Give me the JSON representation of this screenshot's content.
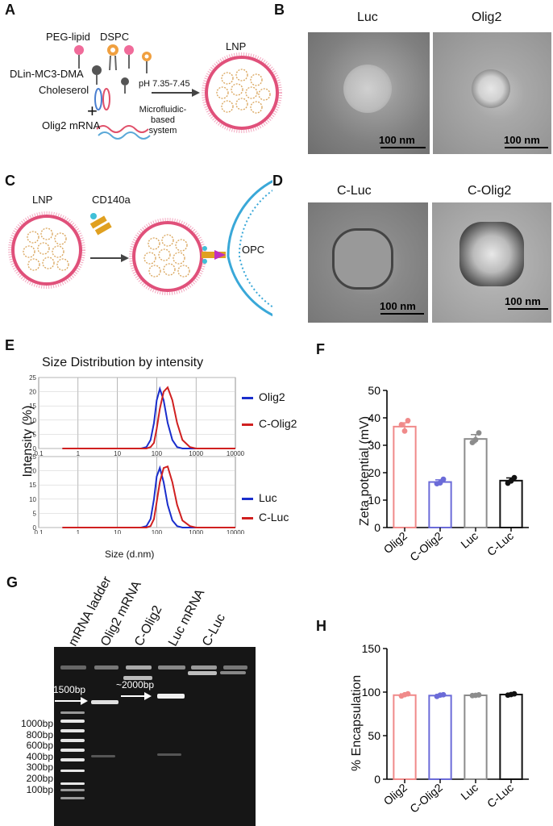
{
  "panelA": {
    "label": "A",
    "peg_lipid": "PEG-lipid",
    "dspc": "DSPC",
    "dlin": "DLin-MC3-DMA",
    "cholesterol": "Choleserol",
    "plus": "+",
    "mrna": "Olig2 mRNA",
    "ph": "pH 7.35-7.45",
    "system_line1": "Microfluidic-based",
    "system_line2": "system",
    "lnp": "LNP"
  },
  "panelB": {
    "label": "B",
    "img1_title": "Luc",
    "img2_title": "Olig2",
    "scale": "100 nm"
  },
  "panelC": {
    "label": "C",
    "lnp": "LNP",
    "antibody": "CD140a",
    "opc": "OPC"
  },
  "panelD": {
    "label": "D",
    "img1_title": "C-Luc",
    "img2_title": "C-Olig2",
    "scale": "100 nm"
  },
  "panelE": {
    "label": "E",
    "title": "Size Distribution by intensity",
    "ylabel": "Intensity (%)",
    "xlabel": "Size (d.nm)",
    "colors": {
      "blue": "#1a2ecc",
      "red": "#d02020"
    }
  },
  "panelF": {
    "label": "F",
    "ylabel": "Zeta potential (mV)"
  },
  "panelG": {
    "label": "G",
    "lanes": [
      "mRNA ladder",
      "Olig2 mRNA",
      "C-Olig2",
      "Luc mRNA",
      "C-Luc"
    ],
    "marker_1500": "1500bp",
    "marker_2000": "~2000bp",
    "ladder": [
      "1000bp",
      "800bp",
      "600bp",
      "400bp",
      "300bp",
      "200bp",
      "100bp"
    ]
  },
  "panelH": {
    "label": "H",
    "ylabel": "% Encapsulation"
  },
  "chart_data": [
    {
      "type": "line",
      "xlabel": "Size (d.nm)",
      "ylabel": "Intensity (%)",
      "title": "Size Distribution by intensity",
      "x_scale": "log",
      "xlim": [
        0.1,
        10000
      ],
      "ylim": [
        0,
        25
      ],
      "x_ticks": [
        "0.1",
        "1",
        "10",
        "100",
        "1000",
        "10000"
      ],
      "y_ticks": [
        "0",
        "5",
        "10",
        "15",
        "20",
        "25"
      ],
      "x": [
        0.4,
        40,
        55,
        70,
        85,
        100,
        120,
        150,
        190,
        250,
        330,
        450,
        700,
        1000,
        10000
      ],
      "series": [
        {
          "name": "Olig2",
          "color": "#1a2ecc",
          "values": [
            0,
            0,
            0.5,
            3,
            9,
            17,
            21,
            17,
            9,
            3,
            0.5,
            0,
            0,
            0,
            0
          ]
        },
        {
          "name": "C-Olig2",
          "color": "#d02020",
          "values": [
            0,
            0,
            0,
            0.5,
            2,
            7,
            14,
            20,
            21.5,
            17,
            9,
            3,
            0.5,
            0,
            0
          ]
        }
      ],
      "grid": true,
      "legend": "right"
    },
    {
      "type": "line",
      "xlabel": "Size (d.nm)",
      "ylabel": "Intensity (%)",
      "x_scale": "log",
      "xlim": [
        0.1,
        10000
      ],
      "ylim": [
        0,
        25
      ],
      "x_ticks": [
        "0.1",
        "1",
        "10",
        "100",
        "1000",
        "10000"
      ],
      "y_ticks": [
        "0",
        "5",
        "10",
        "15",
        "20",
        "25"
      ],
      "x": [
        0.4,
        40,
        55,
        70,
        85,
        100,
        120,
        150,
        190,
        250,
        330,
        450,
        700,
        1000,
        10000
      ],
      "series": [
        {
          "name": "Luc",
          "color": "#1a2ecc",
          "values": [
            0,
            0,
            0.5,
            3,
            10,
            18,
            21,
            16,
            8,
            2.5,
            0.5,
            0,
            0,
            0,
            0
          ]
        },
        {
          "name": "C-Luc",
          "color": "#d02020",
          "values": [
            0,
            0,
            0,
            0.5,
            3,
            9,
            16,
            21,
            21.5,
            16,
            8,
            2.5,
            0.5,
            0,
            0
          ]
        }
      ],
      "grid": true,
      "legend": "right"
    },
    {
      "type": "bar",
      "ylabel": "Zeta potential (mV)",
      "categories": [
        "Olig2",
        "C-Olig2",
        "Luc",
        "C-Luc"
      ],
      "values": [
        36.8,
        16.6,
        32.3,
        17.1
      ],
      "errors": [
        1.4,
        0.8,
        1.6,
        1.0
      ],
      "points": [
        [
          37.5,
          35.2,
          39.0
        ],
        [
          16.0,
          16.3,
          17.6
        ],
        [
          31.0,
          32.0,
          34.5
        ],
        [
          16.2,
          17.0,
          18.2
        ]
      ],
      "colors": [
        "#f08a8a",
        "#6b6bd8",
        "#8c8c8c",
        "#111111"
      ],
      "ylim": [
        0,
        50
      ],
      "y_ticks": [
        "0",
        "10",
        "20",
        "30",
        "40",
        "50"
      ]
    },
    {
      "type": "bar",
      "ylabel": "% Encapsulation",
      "categories": [
        "Olig2",
        "C-Olig2",
        "Luc",
        "C-Luc"
      ],
      "values": [
        96.5,
        96.0,
        96.3,
        97.2
      ],
      "errors": [
        1.5,
        1.2,
        0.6,
        1.0
      ],
      "points": [
        [
          95.5,
          97.0,
          98.0
        ],
        [
          95.0,
          96.5,
          97.0
        ],
        [
          96.0,
          96.3,
          96.8
        ],
        [
          96.5,
          97.2,
          98.0
        ]
      ],
      "colors": [
        "#f08a8a",
        "#6b6bd8",
        "#8c8c8c",
        "#111111"
      ],
      "ylim": [
        0,
        150
      ],
      "y_ticks": [
        "0",
        "50",
        "100",
        "150"
      ]
    }
  ]
}
